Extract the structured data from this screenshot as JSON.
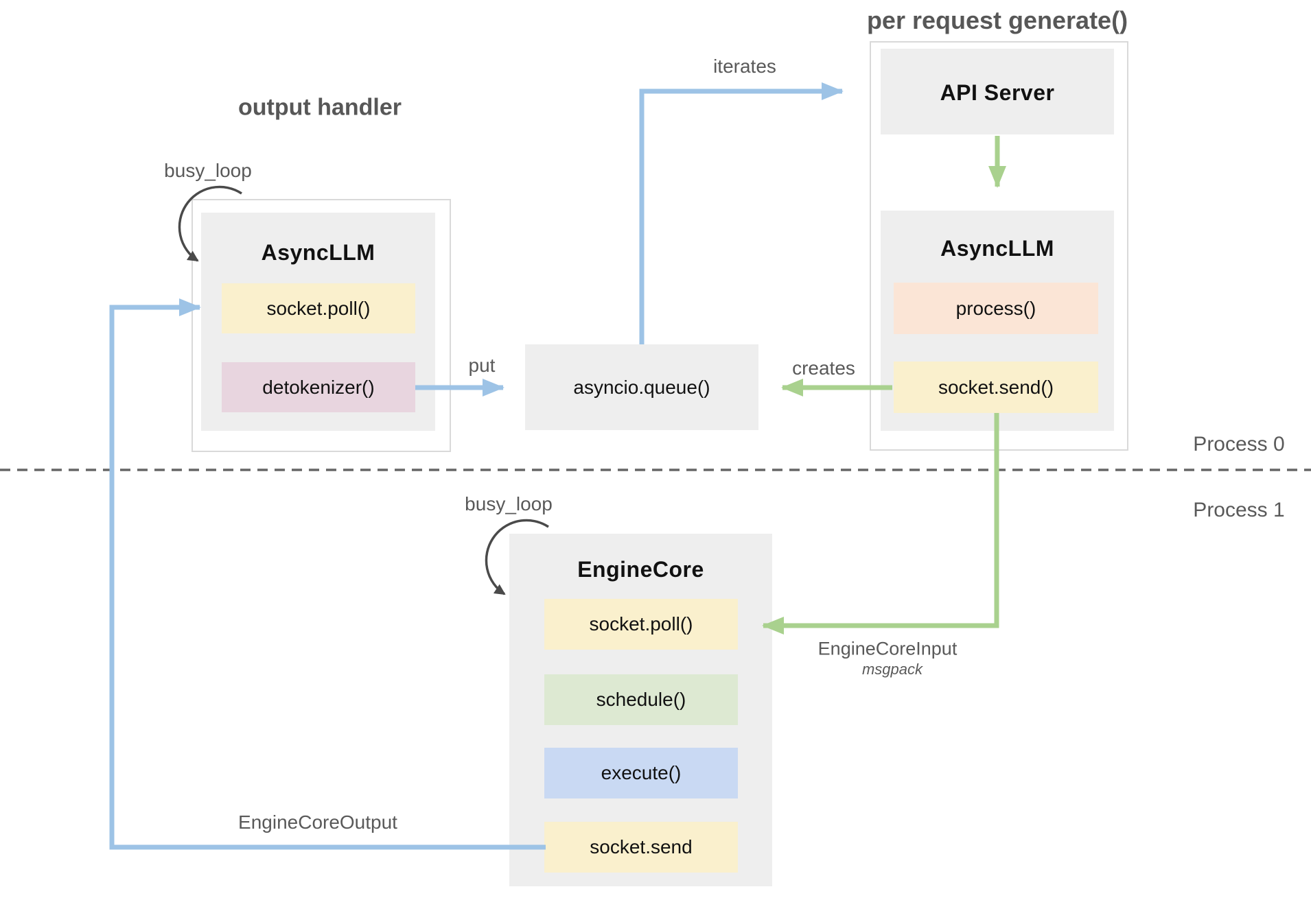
{
  "headers": {
    "output_handler": "output handler",
    "per_request_generate": "per request generate()"
  },
  "output_handler_group": {
    "busy_loop_label": "busy_loop",
    "box_title": "AsyncLLM",
    "methods": [
      {
        "label": "socket.poll()",
        "color": "#faf0cd"
      },
      {
        "label": "detokenizer()",
        "color": "#e8d5df"
      }
    ]
  },
  "per_request_group": {
    "api_server_title": "API Server",
    "asyncllm_title": "AsyncLLM",
    "methods": [
      {
        "label": "process()",
        "color": "#fbe5d6"
      },
      {
        "label": "socket.send()",
        "color": "#faf0cd"
      }
    ]
  },
  "queue": {
    "label": "asyncio.queue()"
  },
  "engine_core_group": {
    "busy_loop_label": "busy_loop",
    "box_title": "EngineCore",
    "methods": [
      {
        "label": "socket.poll()",
        "color": "#faf0cd"
      },
      {
        "label": "schedule()",
        "color": "#dde9d2"
      },
      {
        "label": "execute()",
        "color": "#c9d9f3"
      },
      {
        "label": "socket.send",
        "color": "#faf0cd"
      }
    ]
  },
  "edges": {
    "put": "put",
    "creates": "creates",
    "iterates": "iterates",
    "engine_core_input": "EngineCoreInput",
    "engine_core_input_format": "msgpack",
    "engine_core_output": "EngineCoreOutput"
  },
  "process_labels": {
    "process0": "Process 0",
    "process1": "Process 1"
  },
  "colors": {
    "method_yellow": "#faf0cd",
    "method_pink": "#e8d5df",
    "method_peach": "#fbe5d6",
    "method_green": "#dde9d2",
    "method_blue": "#c9d9f3",
    "container_gray": "#eeeeee",
    "container_border": "#d9d9d9",
    "arrow_blue": "#9dc3e6",
    "arrow_green": "#a9d18e",
    "arrow_dark": "#4a4a4a",
    "divider_gray": "#666666",
    "label_gray": "#595959",
    "text_black": "#111111"
  }
}
